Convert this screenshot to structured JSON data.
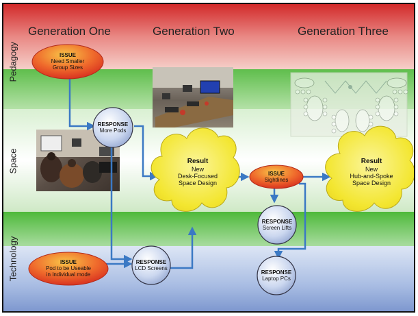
{
  "columns": [
    "Generation One",
    "Generation Two",
    "Generation Three"
  ],
  "rows": [
    "Pedagogy",
    "Space",
    "Technology"
  ],
  "nodes": {
    "issue_group": {
      "heading": "ISSUE",
      "line1": "Need Smaller",
      "line2": "Group Sizes"
    },
    "response_pods": {
      "heading": "RESPONSE",
      "line1": "More Pods"
    },
    "result_desk": {
      "heading": "Result",
      "line1": "New",
      "line2": "Desk-Focused",
      "line3": "Space Design"
    },
    "issue_sightlines": {
      "heading": "ISSUE",
      "line1": "Sightlines"
    },
    "result_hub": {
      "heading": "Result",
      "line1": "New",
      "line2": "Hub-and-Spoke",
      "line3": "Space Design"
    },
    "response_lifts": {
      "heading": "RESPONSE",
      "line1": "Screen Lifts"
    },
    "issue_pod": {
      "heading": "ISSUE",
      "line1": "Pod to be Useable",
      "line2": "in Individual mode"
    },
    "response_lcd": {
      "heading": "RESPONSE",
      "line1": "LCD Screens"
    },
    "response_laptops": {
      "heading": "RESPONSE",
      "line1": "Laptop PCs"
    }
  },
  "colors": {
    "pedagogy_band": "#e8837f",
    "green_band": "#62c24f",
    "technology_band": "#8fa8d8",
    "issue_fill": "#e9462a",
    "issue_highlight": "#f7b944",
    "response_fill": "#c9d6ee",
    "cloud_fill": "#f2e52a",
    "arrow": "#3b79c4"
  }
}
